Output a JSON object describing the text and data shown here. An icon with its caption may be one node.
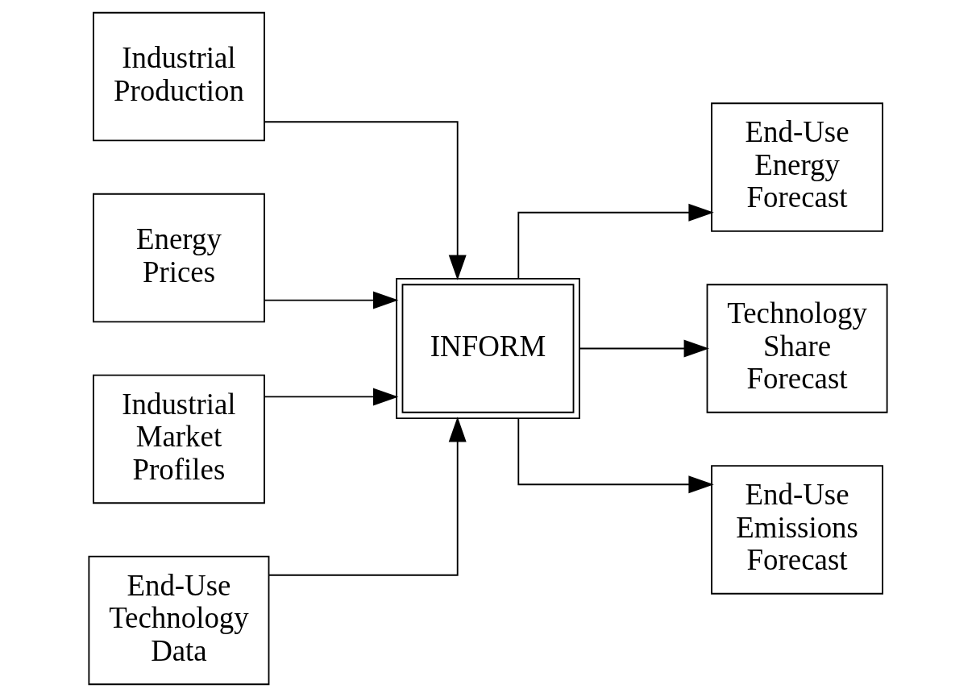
{
  "diagram": {
    "nodes": [
      {
        "text": [
          "Industrial Production"
        ]
      },
      {
        "text": [
          "Energy Prices"
        ]
      },
      {
        "text": [
          "Industrial Market Profiles"
        ]
      },
      {
        "text": [
          "End-Use Technology Data"
        ]
      },
      {
        "text": [
          "INFORM"
        ]
      },
      {
        "text": [
          "End-Use Energy Forecast"
        ]
      },
      {
        "text": [
          "Technology Share Forecast"
        ]
      },
      {
        "text": [
          "End-Use Emissions Forecast"
        ]
      }
    ],
    "edges": [
      {
        "from": 0,
        "to": 4,
        "arrow": "to"
      },
      {
        "from": 1,
        "to": 4,
        "arrow": "to"
      },
      {
        "from": 2,
        "to": 4,
        "arrow": "to"
      },
      {
        "from": 3,
        "to": 4,
        "arrow": "to"
      },
      {
        "from": 4,
        "to": 5,
        "arrow": "to"
      },
      {
        "from": 4,
        "to": 6,
        "arrow": "to"
      },
      {
        "from": 4,
        "to": 7,
        "arrow": "to"
      }
    ]
  }
}
